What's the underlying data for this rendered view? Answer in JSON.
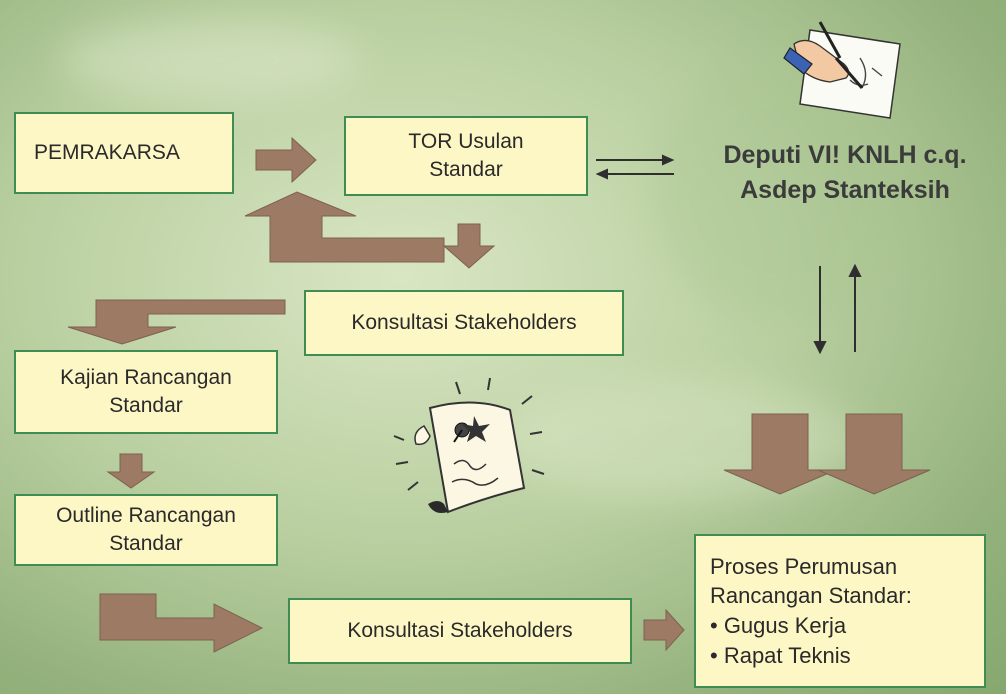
{
  "nodes": {
    "pemrakarsa": "PEMRAKARSA",
    "tor_line1": "TOR Usulan",
    "tor_line2": "Standar",
    "deputi_line1": "Deputi VI! KNLH c.q.",
    "deputi_line2": "Asdep Stanteksih",
    "konsultasi_1": "Konsultasi Stakeholders",
    "kajian_line1": "Kajian Rancangan",
    "kajian_line2": "Standar",
    "outline_line1": "Outline Rancangan",
    "outline_line2": "Standar",
    "konsultasi_2": "Konsultasi Stakeholders",
    "proses_line1": "Proses Perumusan",
    "proses_line2": "Rancangan Standar:",
    "proses_item1": "• Gugus Kerja",
    "proses_item2": "• Rapat Teknis"
  },
  "colors": {
    "box_fill": "#fdf7c6",
    "box_border": "#3f8d52",
    "arrow": "#9c7a64",
    "background": "#b9cfa0"
  },
  "icons": [
    "hand-writing-icon",
    "pinned-note-icon"
  ]
}
